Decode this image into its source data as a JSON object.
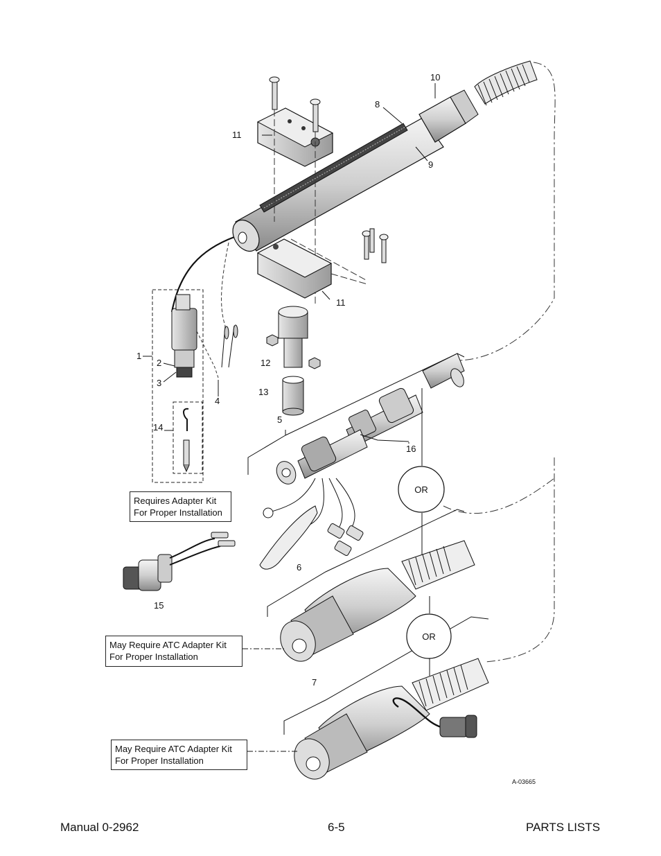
{
  "callouts": [
    "1",
    "2",
    "3",
    "4",
    "5",
    "6",
    "7",
    "8",
    "9",
    "10",
    "11",
    "11",
    "12",
    "13",
    "14",
    "15",
    "16"
  ],
  "or_label": "OR",
  "notes": {
    "adapter_kit": [
      "Requires Adapter Kit",
      "For Proper Installation"
    ],
    "atc_kit_1": [
      "May Require ATC Adapter Kit",
      "For Proper Installation"
    ],
    "atc_kit_2": [
      "May Require ATC Adapter Kit",
      "For Proper Installation"
    ]
  },
  "figure_id": "A-03665",
  "footer": {
    "manual": "Manual 0-2962",
    "page": "6-5",
    "section": "PARTS LISTS"
  }
}
